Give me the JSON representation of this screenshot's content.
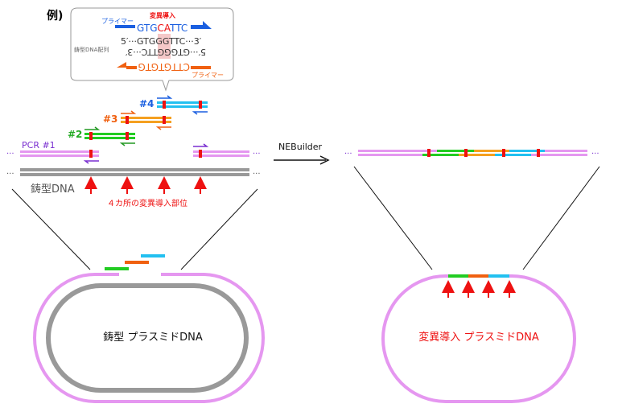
{
  "example": {
    "label": "例)",
    "primer_top_label": "プライマー",
    "mutation_label": "変異導入",
    "primer_top_seq_a": "GTG",
    "primer_top_seq_b": "CA",
    "primer_top_seq_c": "TTC",
    "template_label": "鋳型DNA配列",
    "template_top": "5′···GTGGGTTC···3′",
    "template_bottom": "5′···GTGGGTTC···3′",
    "primer_bottom_seq": "CTTGTGTG",
    "primer_bottom_label": "プライマー"
  },
  "left": {
    "pcr1_label": "PCR #1",
    "pcr2_label": "#2",
    "pcr3_label": "#3",
    "pcr4_label": "#4",
    "ellipsis": "···",
    "template_label": "鋳型DNA",
    "sites_label": "４カ所の変異導入部位",
    "plasmid_label": "鋳型 プラスミドDNA"
  },
  "arrow": {
    "label": "NEBuilder"
  },
  "right": {
    "ellipsis": "···",
    "plasmid_label": "変異導入 プラスミドDNA"
  },
  "colors": {
    "pink": "#e597f0",
    "gray": "#999999",
    "green": "#22cc22",
    "orange": "#f5a020",
    "cyan": "#22c0f0",
    "red": "#ee1111",
    "blue": "#1a5fe0",
    "purple": "#7a2fd0",
    "darkorange": "#f06010"
  }
}
